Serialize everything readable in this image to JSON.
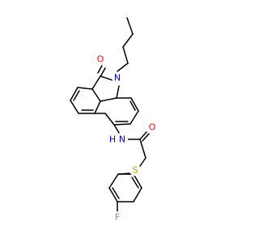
{
  "molecule": {
    "atoms": {
      "carbonyl_oxygen": {
        "symbol": "O",
        "color": "#ff0000"
      },
      "ring_nitrogen": {
        "symbol": "N",
        "color": "#0000ff"
      },
      "amide_nitrogen": {
        "symbol": "N",
        "color": "#0000ff"
      },
      "amide_hydrogen": {
        "symbol": "H",
        "color": "#0000ff"
      },
      "amide_oxygen": {
        "symbol": "O",
        "color": "#ff0000"
      },
      "sulfur": {
        "symbol": "S",
        "color": "#b5a400"
      },
      "fluorine": {
        "symbol": "F",
        "color": "#33cc33"
      }
    },
    "bond_color": "#000000"
  }
}
